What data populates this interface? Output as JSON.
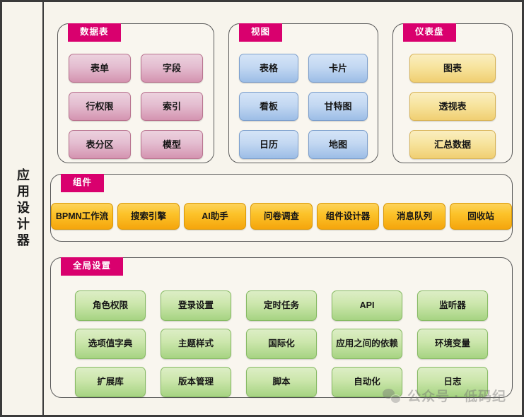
{
  "sidebar": {
    "label": "应用设计器"
  },
  "panels": [
    {
      "key": "datatable",
      "tab_label": "数据表",
      "style": "pink",
      "items": [
        "表单",
        "字段",
        "行权限",
        "索引",
        "表分区",
        "模型"
      ]
    },
    {
      "key": "view",
      "tab_label": "视图",
      "style": "blue",
      "items": [
        "表格",
        "卡片",
        "看板",
        "甘特图",
        "日历",
        "地图"
      ]
    },
    {
      "key": "dashboard",
      "tab_label": "仪表盘",
      "style": "yellow",
      "items": [
        "图表",
        "透视表",
        "汇总数据"
      ]
    },
    {
      "key": "component",
      "tab_label": "组件",
      "style": "orange",
      "items": [
        "BPMN工作流",
        "搜索引擎",
        "AI助手",
        "问卷调查",
        "组件设计器",
        "消息队列",
        "回收站"
      ]
    },
    {
      "key": "global",
      "tab_label": "全局设置",
      "style": "green",
      "items": [
        "角色权限",
        "登录设置",
        "定时任务",
        "API",
        "监听器",
        "选项值字典",
        "主题样式",
        "国际化",
        "应用之间的依赖",
        "环境变量",
        "扩展库",
        "版本管理",
        "脚本",
        "自动化",
        "日志"
      ]
    }
  ],
  "watermark": {
    "text": "公众号 · 低码纪",
    "icon": "wechat-icon"
  },
  "colors": {
    "tab_magenta": "#d9006e",
    "background": "#f7f4ec",
    "frame_border": "#3a3a3a",
    "pink_node": "#e4bdd0",
    "blue_node": "#c3d8f2",
    "yellow_node": "#f7e49e",
    "orange_node": "#fcc32a",
    "green_node": "#cbe6ab"
  }
}
